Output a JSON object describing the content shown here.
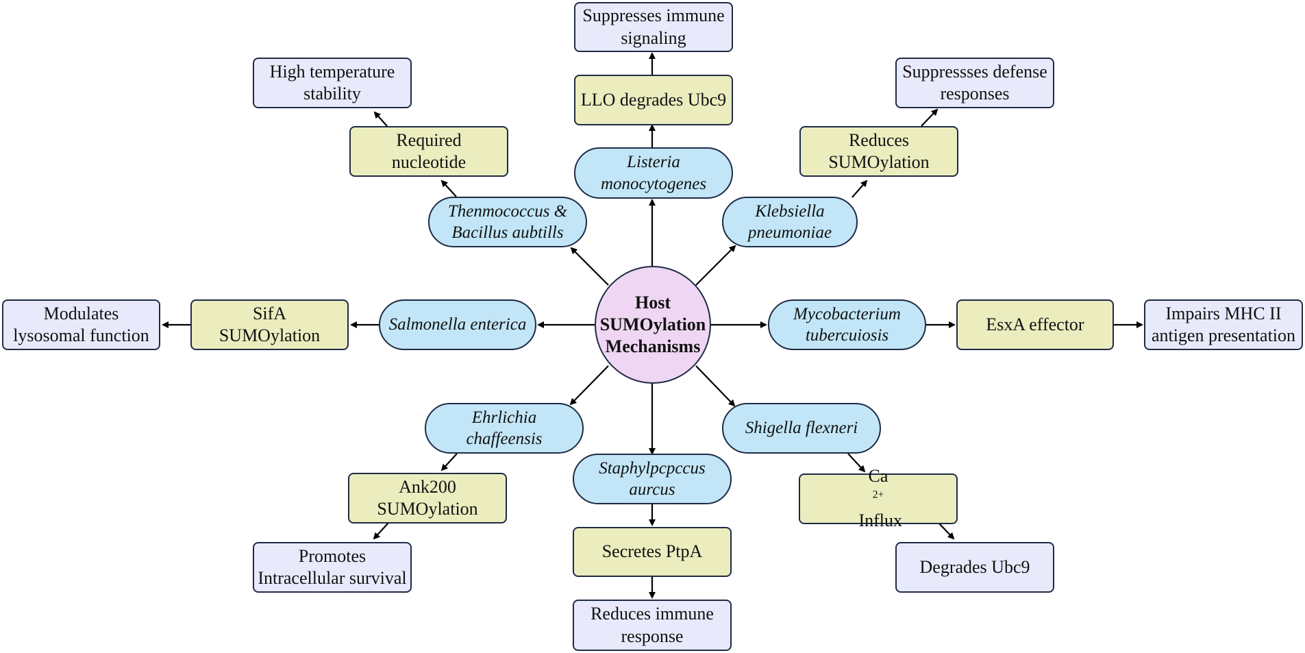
{
  "center": {
    "line1": "Host",
    "line2": "SUMOylation",
    "line3": "Mechanisms"
  },
  "nodes": {
    "listeria": {
      "line1": "Listeria",
      "line2": "monocytogenes"
    },
    "llo": {
      "line1": "LLO degrades Ubc9"
    },
    "suppress_immune": {
      "line1": "Suppresses immune",
      "line2": "signaling"
    },
    "thermococcus": {
      "line1": "Thenmococcus &",
      "line2": "Bacillus aubtills"
    },
    "nucleotide": {
      "line1": "Required",
      "line2": "nucleotide"
    },
    "high_temp": {
      "line1": "High temperature",
      "line2": "stability"
    },
    "klebsiella": {
      "line1": "Klebsiella",
      "line2": "pneumoniae"
    },
    "reduces_sumo": {
      "line1": "Reduces",
      "line2": "SUMOylation"
    },
    "suppress_defense": {
      "line1": "Suppressses defense",
      "line2": "responses"
    },
    "salmonella": {
      "line1": "Salmonella enterica"
    },
    "sifa": {
      "line1": "SifA",
      "line2": "SUMOylation"
    },
    "lysosomal": {
      "line1": "Modulates",
      "line2": "lysosomal function"
    },
    "mycobacterium": {
      "line1": "Mycobacterium",
      "line2": "tubercuiosis"
    },
    "esxa": {
      "line1": "EsxA effector"
    },
    "mhc": {
      "line1": "Impairs MHC II",
      "line2": "antigen presentation"
    },
    "ehrlichia": {
      "line1": "Ehrlichia",
      "line2": "chaffeensis"
    },
    "ank200": {
      "line1": "Ank200",
      "line2": "SUMOylation"
    },
    "survival": {
      "line1": "Promotes",
      "line2": "Intracellular survival"
    },
    "staph": {
      "line1": "Staphylpcpccus",
      "line2": "aurcus"
    },
    "ptpa": {
      "line1": "Secretes PtpA"
    },
    "reduce_immune": {
      "line1": "Reduces immune",
      "line2": "response"
    },
    "shigella": {
      "line1": "Shigella flexneri"
    },
    "ca_influx": {
      "base": "Ca",
      "sup": "2+",
      "rest": " Influx"
    },
    "degrades": {
      "line1": "Degrades Ubc9"
    }
  },
  "colors": {
    "pathogen": "#c2e6f7",
    "mechanism": "#ebedbf",
    "effect": "#e8eafb",
    "center": "#efd6f2",
    "border": "#1e2a44",
    "arrow": "#000000"
  }
}
